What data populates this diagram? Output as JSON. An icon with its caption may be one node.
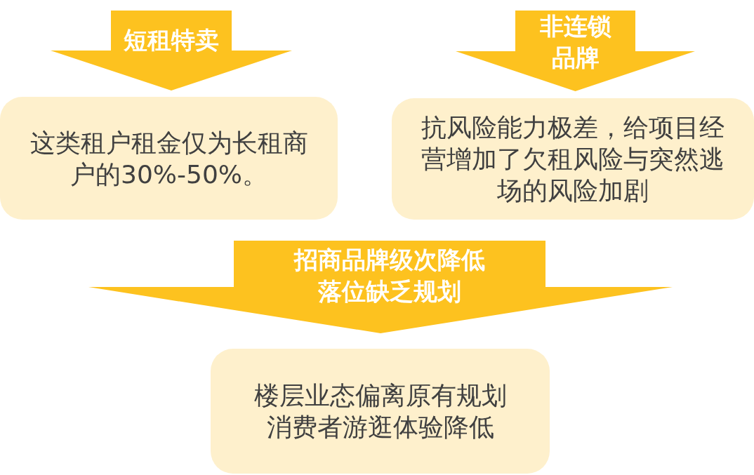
{
  "diagram": {
    "nodes": [
      {
        "text": [
          "短租特卖"
        ]
      },
      {
        "text": [
          "非连锁品牌"
        ]
      },
      {
        "text": [
          "这类租户租金仅为长租商户的30%-50%。"
        ]
      },
      {
        "text": [
          "抗风险能力极差，给项目经营增加了欠租风险与突然逃场的风险加剧"
        ]
      },
      {
        "text": [
          "招商品牌级次降低落位缺乏规划"
        ]
      },
      {
        "text": [
          "楼层业态偏离原有规划消费者游逛体验降低"
        ]
      }
    ]
  }
}
